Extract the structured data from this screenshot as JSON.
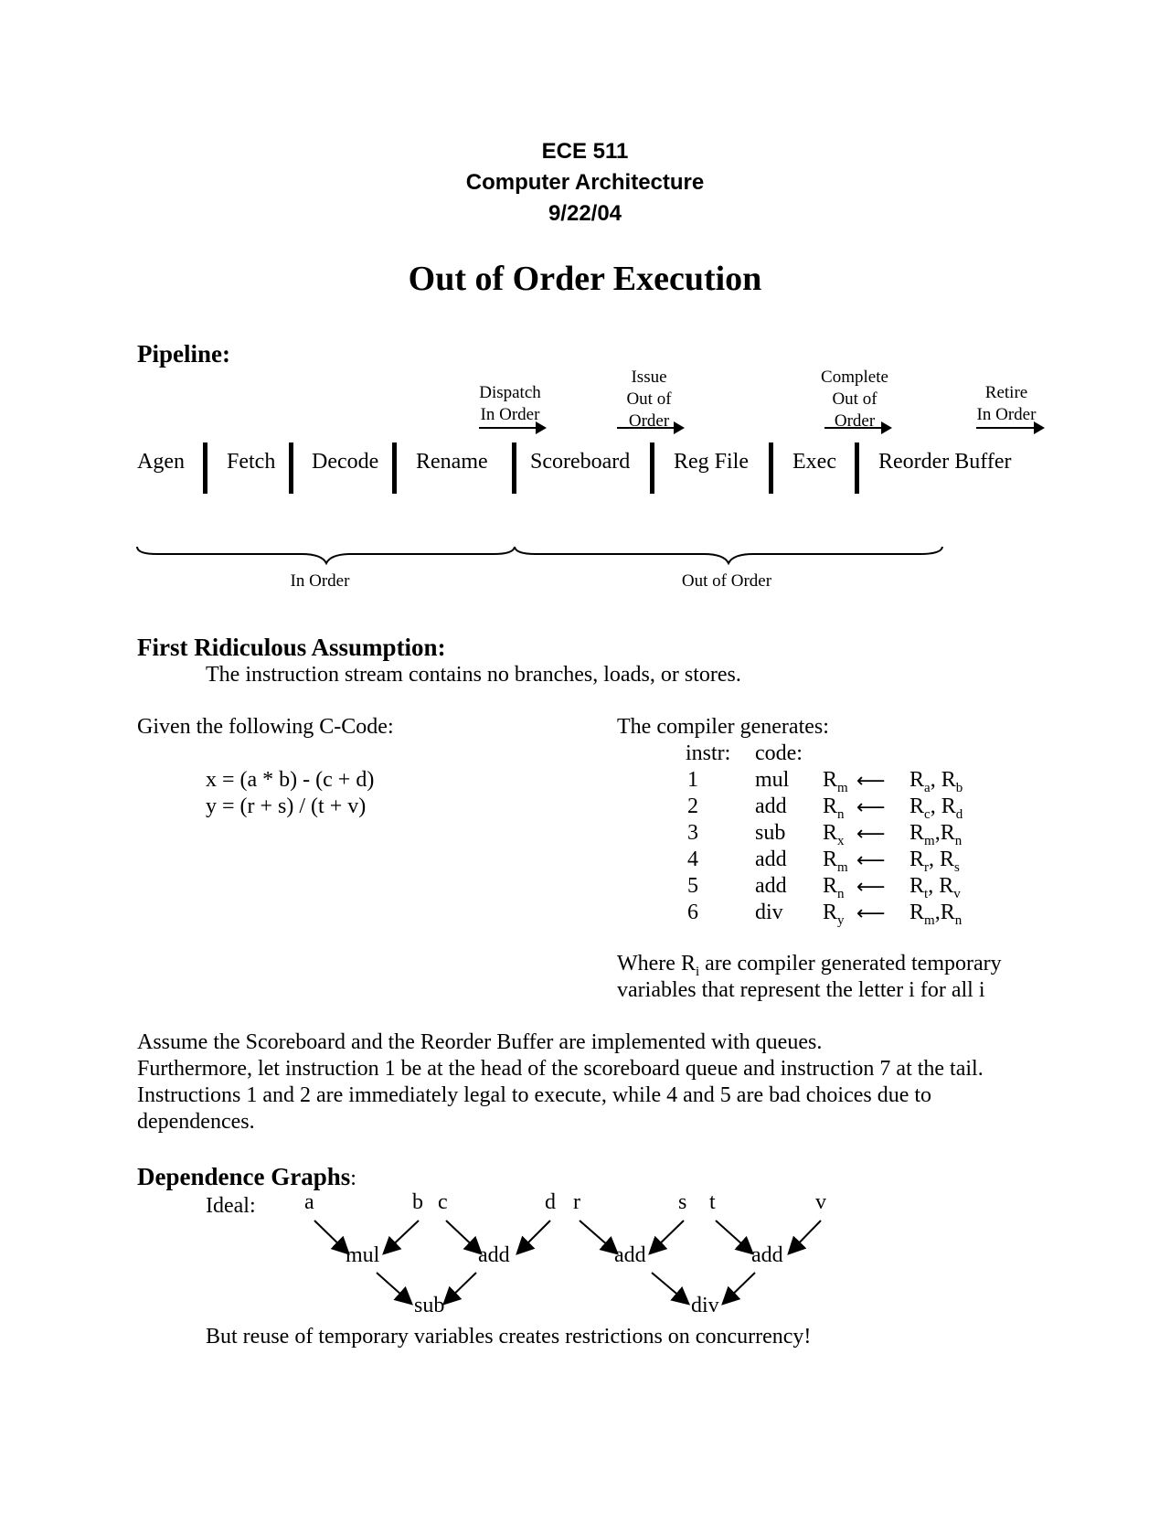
{
  "header": {
    "course": "ECE 511",
    "subject": "Computer Architecture",
    "date": "9/22/04"
  },
  "title": "Out of Order Execution",
  "pipeline": {
    "heading": "Pipeline:",
    "stages": [
      "Agen",
      "Fetch",
      "Decode",
      "Rename",
      "Scoreboard",
      "Reg File",
      "Exec",
      "Reorder Buffer"
    ],
    "transitions": [
      {
        "line1": "",
        "line2": "Dispatch",
        "line3": "In Order"
      },
      {
        "line1": "Issue",
        "line2": "Out of",
        "line3": "Order"
      },
      {
        "line1": "Complete",
        "line2": "Out of",
        "line3": "Order"
      },
      {
        "line1": "",
        "line2": "Retire",
        "line3": "In Order"
      }
    ],
    "brace_left_label": "In Order",
    "brace_right_label": "Out of Order"
  },
  "assumption": {
    "heading": "First Ridiculous Assumption:",
    "text": "The instruction stream contains no branches, loads, or stores."
  },
  "ccode": {
    "intro": "Given the following C-Code:",
    "line1": "x = (a * b) - (c + d)",
    "line2": "y = (r + s) / (t + v)"
  },
  "compiler": {
    "intro": "The compiler generates:",
    "col_instr": "instr:",
    "col_code": "code:",
    "rows": [
      {
        "n": "1",
        "op": "mul",
        "dst": "m",
        "src": [
          [
            "a",
            ", "
          ],
          [
            "b",
            ""
          ]
        ]
      },
      {
        "n": "2",
        "op": "add",
        "dst": "n",
        "src": [
          [
            "c",
            ", "
          ],
          [
            "d",
            ""
          ]
        ]
      },
      {
        "n": "3",
        "op": "sub",
        "dst": "x",
        "src": [
          [
            "m",
            ","
          ],
          [
            "n",
            ""
          ]
        ]
      },
      {
        "n": "4",
        "op": "add",
        "dst": "m",
        "src": [
          [
            "r",
            ", "
          ],
          [
            "s",
            ""
          ]
        ]
      },
      {
        "n": "5",
        "op": "add",
        "dst": "n",
        "src": [
          [
            "t",
            ", "
          ],
          [
            "v",
            ""
          ]
        ]
      },
      {
        "n": "6",
        "op": "div",
        "dst": "y",
        "src": [
          [
            "m",
            ","
          ],
          [
            "n",
            ""
          ]
        ]
      }
    ],
    "note_prefix": "Where R",
    "note_sub": "i",
    "note_rest": " are compiler generated temporary",
    "note_line2": "variables that represent the letter i for all i"
  },
  "queues": {
    "line1": "Assume the Scoreboard and the Reorder Buffer are implemented with queues.",
    "line2": "Furthermore, let instruction 1 be at the head of the scoreboard queue and instruction 7 at the tail.",
    "line3": "Instructions 1 and 2 are immediately legal to execute, while 4 and 5 are bad choices due to",
    "line4": "dependences."
  },
  "dependence": {
    "heading": "Dependence Graphs",
    "colon": ":",
    "ideal_label": "Ideal:",
    "leaves": [
      "a",
      "b",
      "c",
      "d",
      "r",
      "s",
      "t",
      "v"
    ],
    "mid_ops": [
      "mul",
      "add",
      "add",
      "add"
    ],
    "root_ops": [
      "sub",
      "div"
    ],
    "footer": "But reuse of temporary variables creates restrictions on concurrency!"
  }
}
